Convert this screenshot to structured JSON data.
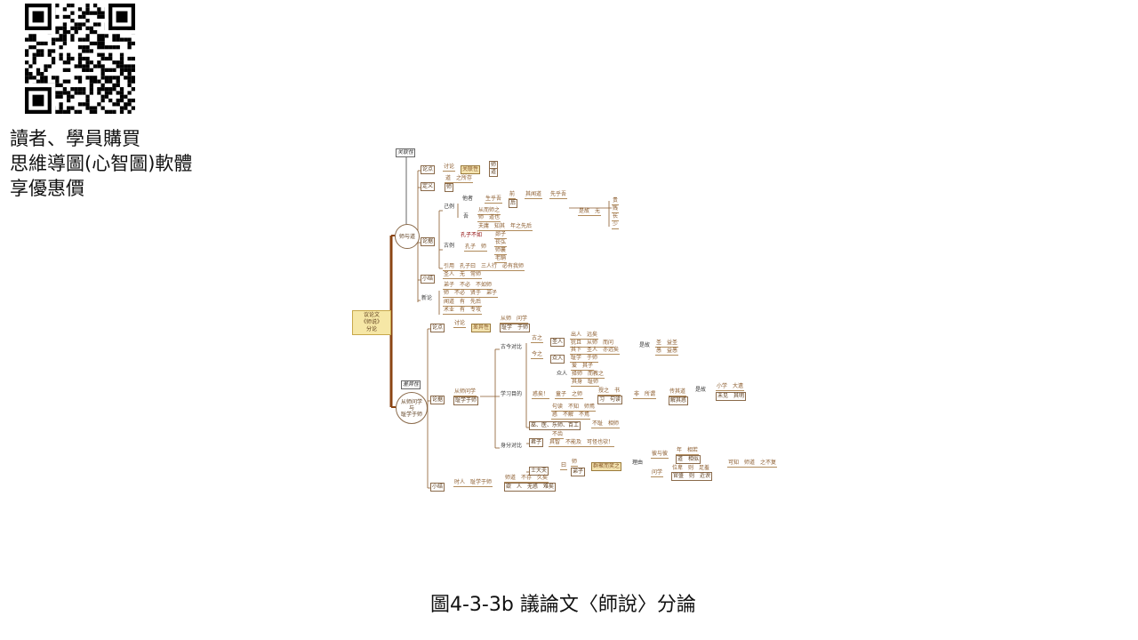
{
  "slide": {
    "promo_lines": [
      "讀者、學員購買",
      "思維導圖(心智圖)軟體",
      "享優惠價"
    ],
    "caption": "圖4-3-3b 議論文〈師說〉分論",
    "qr_code": "qr-code"
  },
  "mindmap": {
    "root": "议论文\n《师说》\n分论",
    "branch1": {
      "center": "师与道",
      "tag": "关联性"
    },
    "branch2": {
      "center": "从师问学\n与\n耻学于师",
      "tag": "差异性"
    },
    "nodes": [
      "论点",
      "讨论",
      "关联性",
      "师",
      "道",
      "定义",
      "道　之所存",
      "师",
      "论据",
      "己例",
      "他者",
      "生乎吾",
      "前",
      "其闻道",
      "先乎吾",
      "后",
      "吾",
      "从而师之",
      "师　道也",
      "夫庸　知其　年之先后",
      "古例",
      "孔子　师",
      "孔子不如",
      "郯子",
      "苌弘",
      "师襄",
      "老聃",
      "引用　孔子曰　三人行　必有我师",
      "小结",
      "圣人　无　常师",
      "新论",
      "弟子　不必　不如师",
      "师　不必　贤于　弟子",
      "闻道　有　先后",
      "术业　有　专攻",
      "是故　无",
      "贵",
      "贱",
      "长",
      "少",
      "论点",
      "讨论",
      "差异性",
      "从师　问学",
      "耻学　于师",
      "论据",
      "从师问学",
      "耻学于师",
      "古今对比",
      "古之",
      "圣人",
      "出人　远矣",
      "犹且　从师　而问",
      "今之",
      "众人",
      "其下　圣人　亦远矣",
      "耻学　于师",
      "是故",
      "圣　益圣",
      "愚　益愚",
      "学习目的",
      "惑矣！",
      "众人",
      "爱　其子",
      "择师　而教之",
      "其身　耻师",
      "童子　之师",
      "授之　书",
      "习　句读",
      "非　所谓",
      "传其道",
      "解其惑",
      "句读　不知　师焉",
      "惑　不解　不焉",
      "是故",
      "小学　大遗",
      "未见　其明",
      "身分对比",
      "巫、医、乐师、百工",
      "不耻　相师",
      "不齿",
      "君子",
      "其智　不能及　可怪也欤！",
      "士大夫",
      "曰",
      "师",
      "弟子",
      "群聚而笑之",
      "理由",
      "彼与彼",
      "年　相若",
      "道　相似",
      "问学",
      "位卑　则　足羞",
      "官盛　则　近谀",
      "可知　师道　之不复",
      "小结",
      "时人　耻学于师",
      "师道　不存　久矣",
      "欲　人　无惑　难矣"
    ]
  },
  "colors": {
    "line": "#8a5a2b",
    "trunk": "#8b4513",
    "root_fill": "#f6e7a6"
  }
}
